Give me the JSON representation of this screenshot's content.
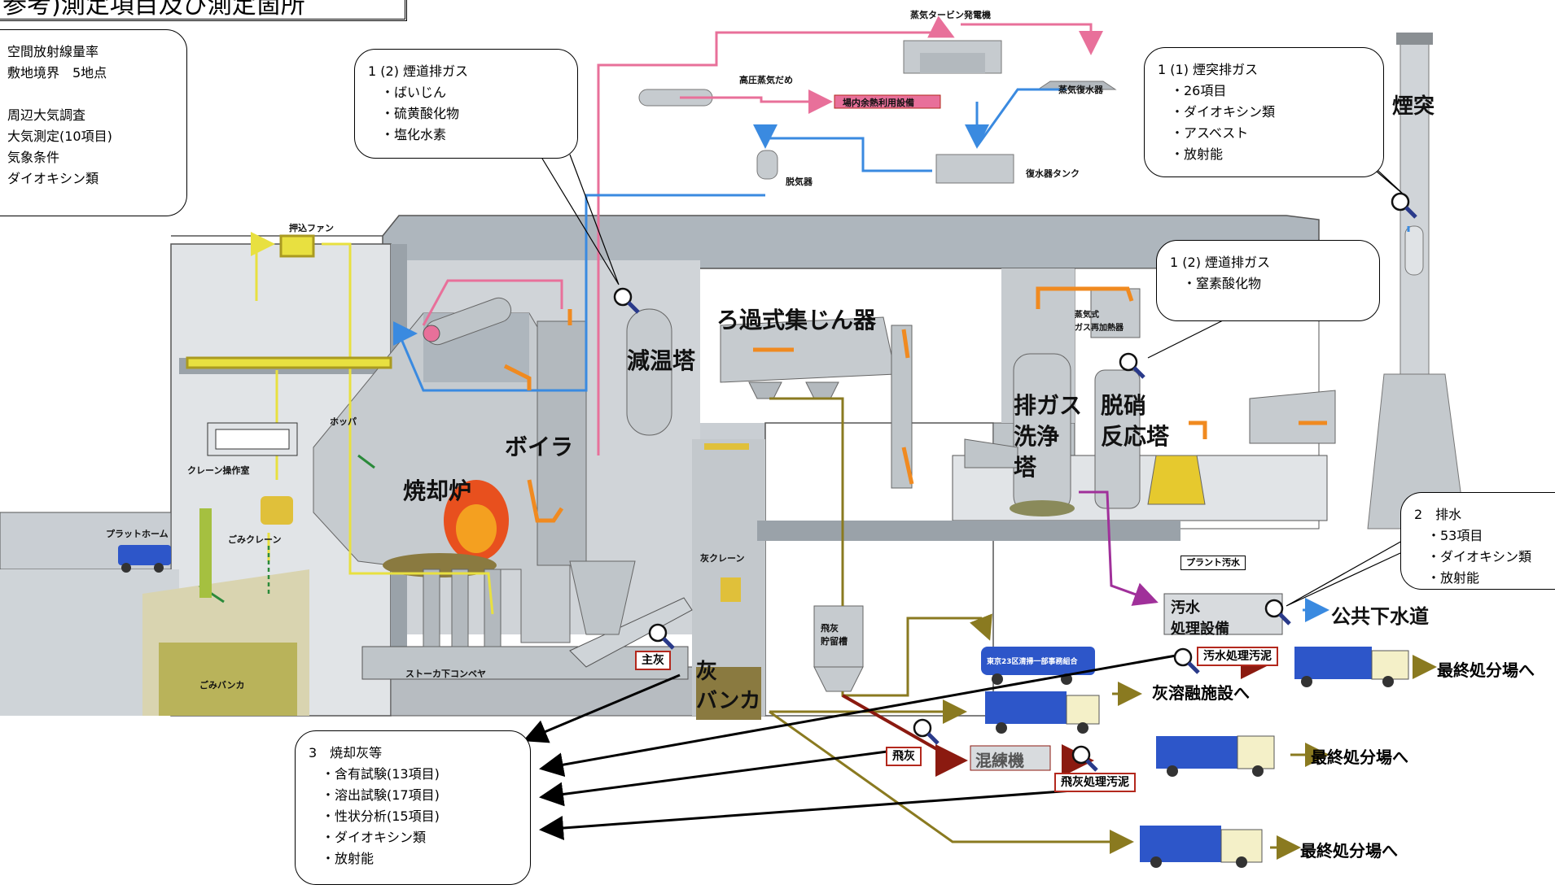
{
  "title": "参考)測定項目及び測定箇所",
  "callouts": {
    "topleft": [
      "空間放射線量率",
      "敷地境界　5地点",
      "",
      "周辺大気調査",
      "大気測定(10項目)",
      "気象条件",
      "ダイオキシン類"
    ],
    "flue_gas_1": [
      "1 (2) 煙道排ガス",
      "　・ばいじん",
      "　・硫黄酸化物",
      "　・塩化水素"
    ],
    "stack_gas": [
      "1 (1) 煙突排ガス",
      "　・26項目",
      "　・ダイオキシン類",
      "　・アスベスト",
      "　・放射能"
    ],
    "flue_gas_2": [
      "1 (2) 煙道排ガス",
      "　・窒素酸化物"
    ],
    "wastewater": [
      "2　排水",
      "　・53項目",
      "　・ダイオキシン類",
      "　・放射能"
    ],
    "ash": [
      "3　焼却灰等",
      "　・含有試験(13項目)",
      "　・溶出試験(17項目)",
      "　・性状分析(15項目)",
      "　・ダイオキシン類",
      "　・放射能"
    ]
  },
  "labels": {
    "chimney": "煙突",
    "filter": "ろ過式集じん器",
    "cooling_tower": "減温塔",
    "boiler": "ボイラ",
    "incinerator": "焼却炉",
    "scrubber": "排ガス\n洗浄\n塔",
    "denox": "脱硝\n反応塔",
    "wastewater_facility": "汚水\n処理設備",
    "public_sewer": "公共下水道",
    "ash_bunker": "灰\nバンカ",
    "kneader": "混練機",
    "ash_melting": "灰溶融施設へ",
    "final_disposal_1": "最終処分場へ",
    "final_disposal_2": "最終処分場へ",
    "final_disposal_3": "最終処分場へ"
  },
  "small_labels": {
    "turbine": "蒸気タービン発電機",
    "hp_drum": "高圧蒸気だめ",
    "heat_use": "場内余熱利用設備",
    "condenser": "蒸気復水器",
    "deaerator": "脱気器",
    "cond_tank": "復水器タンク",
    "fan": "押込ファン",
    "hopper": "ホッパ",
    "crane_room": "クレーン操作室",
    "platform": "プラットホーム",
    "refuse_crane": "ごみクレーン",
    "refuse_bunker": "ごみバンカ",
    "stoker_conveyor": "ストーカ下コンベヤ",
    "ash_crane": "灰クレーン",
    "flyash_tank": "飛灰\n貯留槽",
    "steam_heater": "蒸気式\nガス再加熱器",
    "plant_water": "プラント汚水",
    "truck_text": "東京23区清掃一部事務組合"
  },
  "tags": {
    "main_ash": "主灰",
    "fly_ash": "飛灰",
    "ww_sludge": "汚水処理汚泥",
    "flyash_sludge": "飛灰処理汚泥"
  },
  "colors": {
    "steam": "#e8709a",
    "water": "#3a8ae0",
    "air": "#e8e040",
    "gas": "#f08a20",
    "ash": "#8a7a20",
    "drain": "#a0309a",
    "test_arrow": "#000000",
    "building": "#c9ced3",
    "truck_blue": "#2d56c9",
    "truck_cab": "#f4f0c8"
  }
}
